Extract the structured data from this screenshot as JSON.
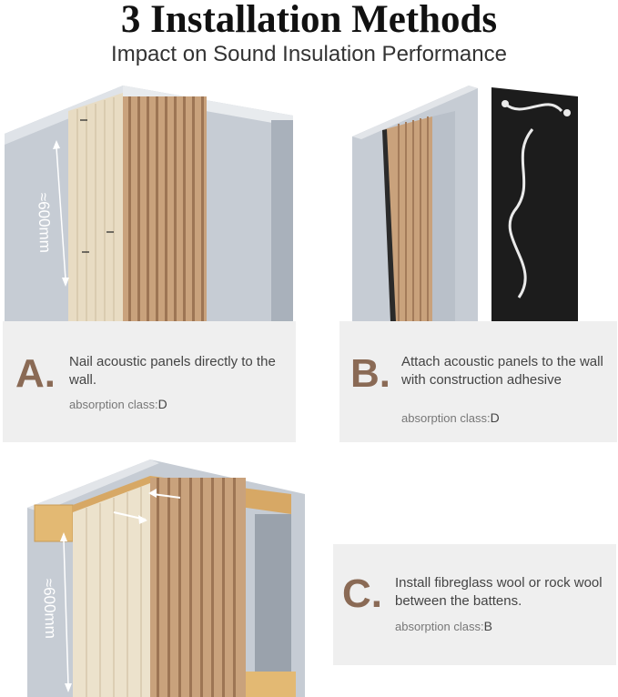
{
  "header": {
    "title": "3 Installation Methods",
    "subtitle": "Impact on Sound Insulation Performance"
  },
  "methods": [
    {
      "letter": "A.",
      "description": "Nail acoustic panels directly to the wall.",
      "class_label": "absorption class:",
      "class_value": "D",
      "dimension": "≈600mm"
    },
    {
      "letter": "B.",
      "description": "Attach acoustic panels to the wall with construction adhesive",
      "class_label": "absorption class:",
      "class_value": "D"
    },
    {
      "letter": "C.",
      "description": "Install fibreglass wool or rock wool between the battens.",
      "class_label": "absorption class:",
      "class_value": "B",
      "dimension": "≈600mm"
    }
  ],
  "colors": {
    "accent_letter": "#8a6a55",
    "card_bg": "#efefef",
    "wall": "#bcc3cc",
    "panel_wood": "#c9a27c",
    "felt": "#e6dcc6",
    "adhesive_board": "#1c1c1c"
  }
}
